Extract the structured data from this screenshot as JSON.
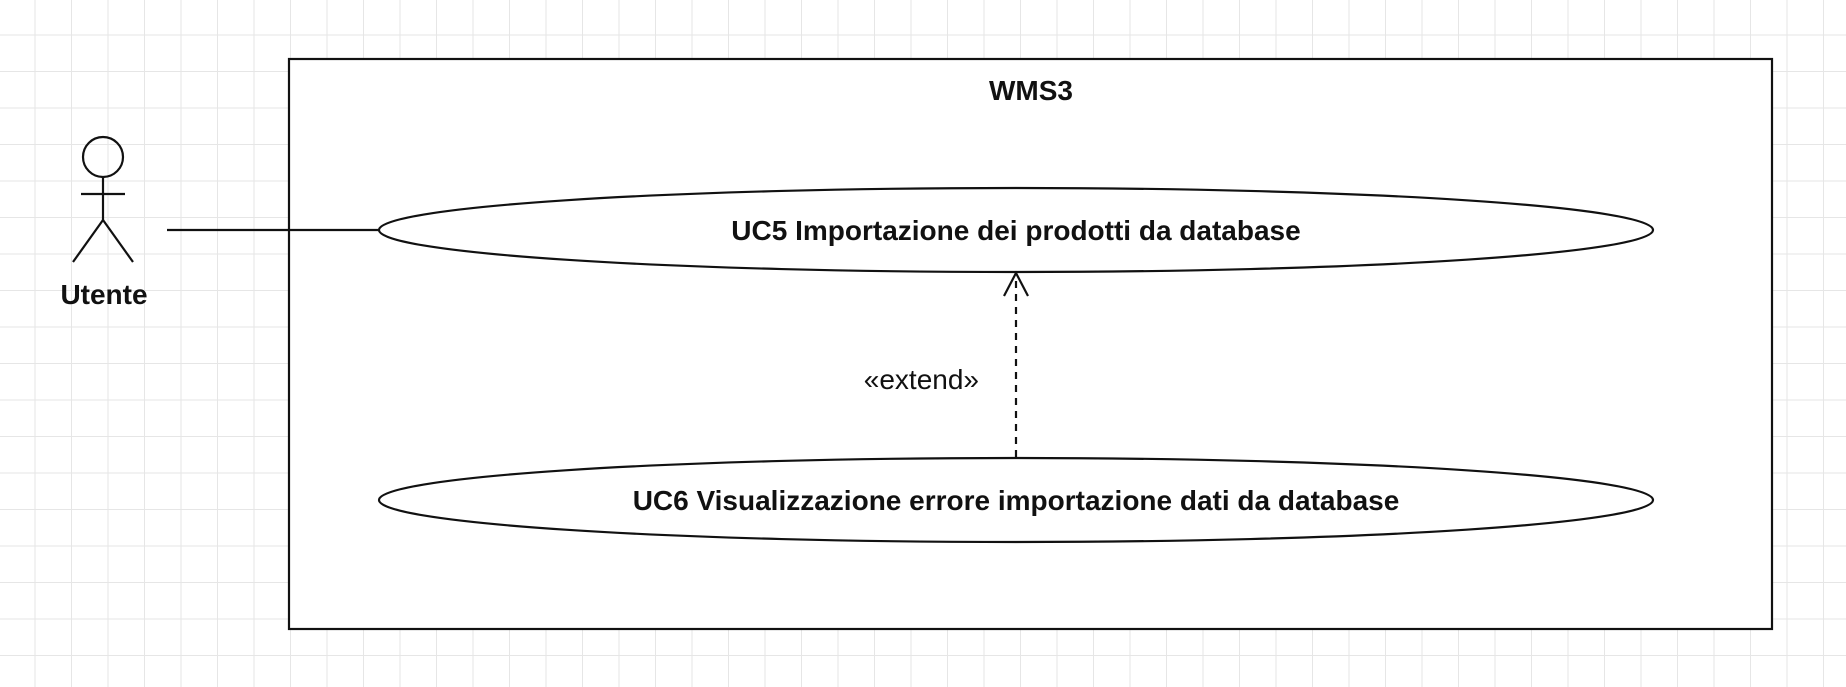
{
  "system": {
    "title": "WMS3"
  },
  "actor": {
    "name": "Utente"
  },
  "use_cases": [
    {
      "label": "UC5 Importazione dei prodotti da database"
    },
    {
      "label": "UC6 Visualizzazione errore importazione dati da database"
    }
  ],
  "relationships": [
    {
      "type": "extend",
      "label": "«extend»"
    }
  ],
  "colors": {
    "line": "#111111",
    "grid": "#e6e6e6",
    "background": "#ffffff"
  }
}
